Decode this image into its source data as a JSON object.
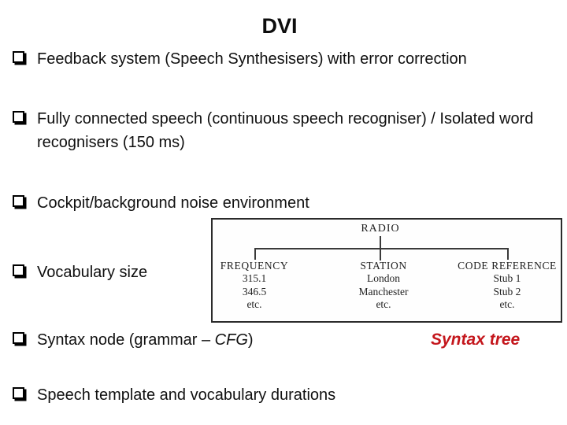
{
  "slide": {
    "title": "DVI",
    "bullet_icon": "shadowed-square-checkbox",
    "bullets": [
      {
        "text": "Feedback system (Speech Synthesisers) with error correction"
      },
      {
        "text": "Fully connected speech (continuous speech recogniser) / Isolated word recognisers (150 ms)"
      },
      {
        "text": "Cockpit/background noise environment"
      },
      {
        "text": "Vocabulary size"
      },
      {
        "text_prefix": "Syntax node (grammar – ",
        "text_italic": "CFG",
        "text_suffix": ")"
      },
      {
        "text": "Speech template and vocabulary durations"
      }
    ],
    "annotation": {
      "label": "Syntax tree",
      "color": "#c4161c"
    },
    "diagram": {
      "root": "RADIO",
      "columns": [
        {
          "header": "FREQUENCY",
          "items": [
            "315.1",
            "346.5",
            "etc."
          ]
        },
        {
          "header": "STATION",
          "items": [
            "London",
            "Manchester",
            "etc."
          ]
        },
        {
          "header": "CODE REFERENCE",
          "items": [
            "Stub 1",
            "Stub 2",
            "etc."
          ]
        }
      ]
    }
  }
}
